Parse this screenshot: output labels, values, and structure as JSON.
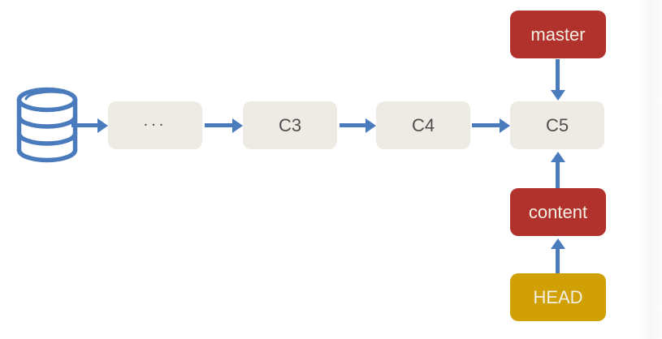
{
  "diagram": {
    "type": "git-commit-history",
    "repository": {
      "icon": "database-icon"
    },
    "commits": [
      {
        "id": "earlier",
        "label": "..."
      },
      {
        "id": "C3",
        "label": "C3"
      },
      {
        "id": "C4",
        "label": "C4"
      },
      {
        "id": "C5",
        "label": "C5"
      }
    ],
    "refs": [
      {
        "id": "master",
        "label": "master",
        "kind": "branch"
      },
      {
        "id": "content",
        "label": "content",
        "kind": "branch"
      },
      {
        "id": "HEAD",
        "label": "HEAD",
        "kind": "head"
      }
    ],
    "arrows": [
      {
        "from": "repository",
        "to": "...",
        "direction": "right"
      },
      {
        "from": "...",
        "to": "C3",
        "direction": "right"
      },
      {
        "from": "C3",
        "to": "C4",
        "direction": "right"
      },
      {
        "from": "C4",
        "to": "C5",
        "direction": "right"
      },
      {
        "from": "master",
        "to": "C5",
        "direction": "down"
      },
      {
        "from": "content",
        "to": "C5",
        "direction": "up"
      },
      {
        "from": "HEAD",
        "to": "content",
        "direction": "up"
      }
    ],
    "colors": {
      "arrow_blue": "#4a7cbd",
      "database_outline": "#4a7cbd",
      "commit_box_bg": "#edebe4",
      "commit_text": "#4f4f4f",
      "branch_box_bg": "#b1312c",
      "head_box_bg": "#d0a005",
      "ref_text": "#f2efe4"
    }
  }
}
